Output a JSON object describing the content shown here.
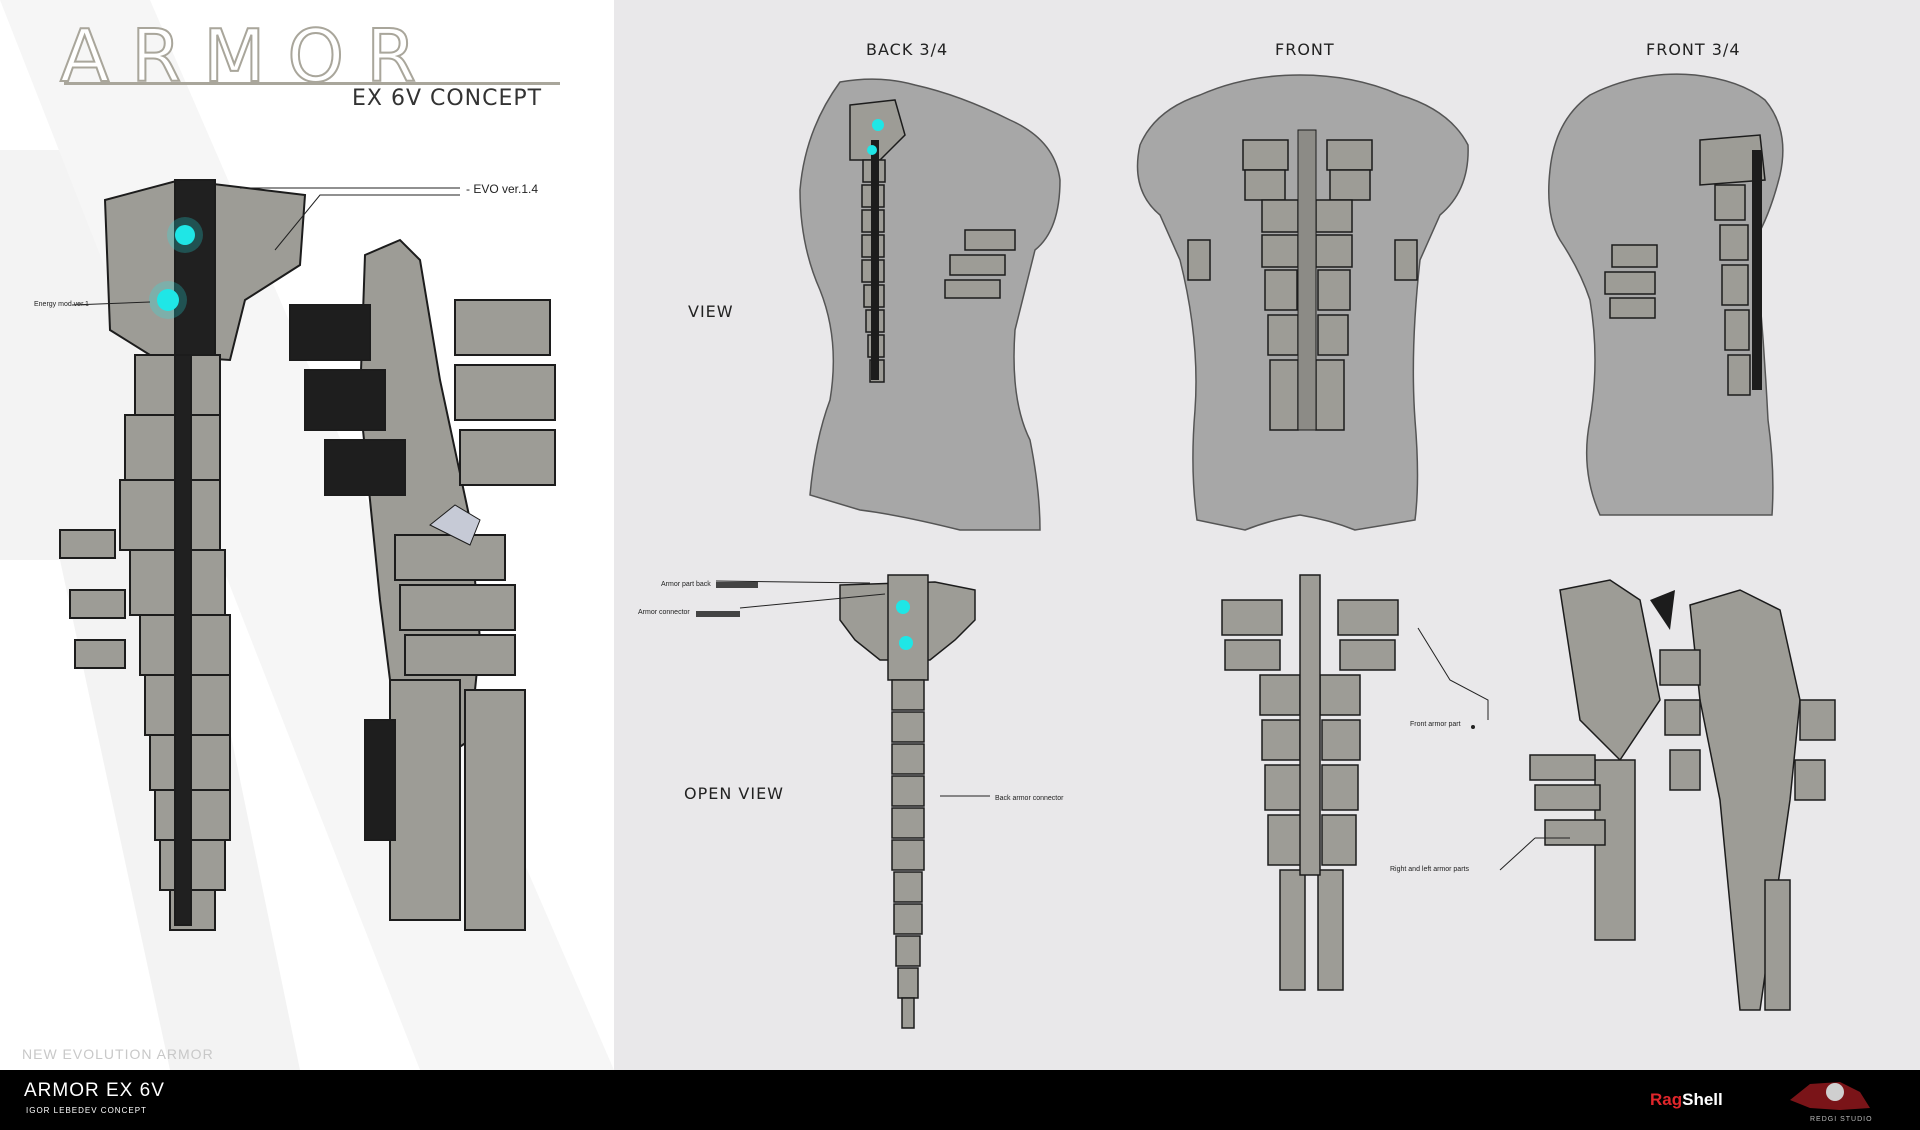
{
  "header": {
    "title": "ARMOR",
    "subtitle": "EX 6V CONCEPT"
  },
  "callouts": {
    "evo": "- EVO ver.1.4",
    "energy": "Energy mod ver.1",
    "armor_part_back": "Armor part back",
    "armor_connector": "Armor connector",
    "back_armor_connector": "Back armor connector",
    "front_armor_part": "Front armor part",
    "right_left_armor_parts": "Right and left armor parts"
  },
  "view_labels": {
    "view": "VIEW",
    "open_view": "OPEN VIEW"
  },
  "columns": {
    "back_three_quarter": "BACK 3/4",
    "front": "FRONT",
    "front_three_quarter": "FRONT 3/4"
  },
  "tagline": "NEW EVOLUTION ARMOR",
  "footer": {
    "title": "ARMOR EX 6V",
    "credit": "IGOR LEBEDEV CONCEPT",
    "brand_rag": "Rag",
    "brand_shell": "Shell",
    "studio": "REDGI STUDIO"
  },
  "colors": {
    "armor_plate": "#9d9c96",
    "armor_outline": "#1c1c1c",
    "energy_glow": "#1fe6e6",
    "torso": "#a7a7a7",
    "brand_red": "#e0262b"
  }
}
